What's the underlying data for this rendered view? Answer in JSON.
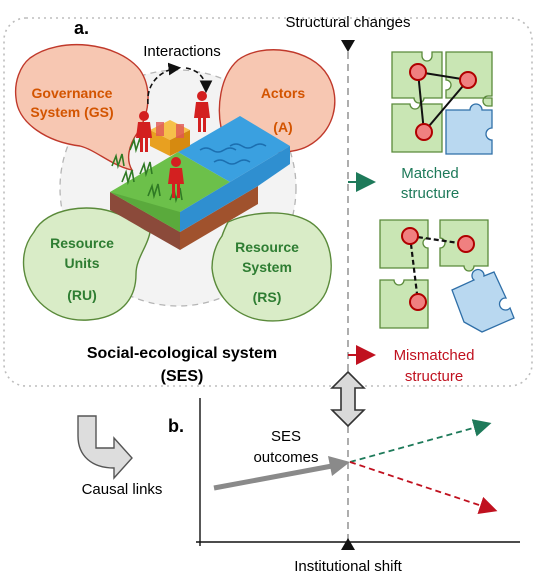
{
  "panel_a": {
    "label": "a.",
    "interactions": "Interactions",
    "governance": {
      "line1": "Governance",
      "line2": "System (GS)"
    },
    "actors": {
      "line1": "Actors",
      "line2": "(A)"
    },
    "resource_units": {
      "line1": "Resource",
      "line2": "Units",
      "line3": "(RU)"
    },
    "resource_system": {
      "line1": "Resource",
      "line2": "System",
      "line3": "(RS)"
    },
    "ses_title": "Social-ecological system",
    "ses_abbrev": "(SES)",
    "structural_changes": "Structural changes",
    "matched": {
      "line1": "Matched",
      "line2": "structure"
    },
    "mismatched": {
      "line1": "Mismatched",
      "line2": "structure"
    }
  },
  "panel_b": {
    "label": "b.",
    "causal_links": "Causal links",
    "ses_outcomes": {
      "line1": "SES",
      "line2": "outcomes"
    },
    "institutional_shift": "Institutional shift"
  },
  "colors": {
    "governance_fill": "#f7c7b2",
    "governance_stroke": "#c0392b",
    "governance_text": "#d35400",
    "resource_fill": "#d9ecc7",
    "resource_stroke": "#5a8a3a",
    "resource_text": "#2e7d32",
    "matched_green": "#1e7a5a",
    "mismatched_red": "#c0111f",
    "puzzle_green": "#c9e6b4",
    "puzzle_blue": "#b9d8f0",
    "node_fill": "#f08080",
    "node_stroke": "#b00000"
  },
  "icons": [
    "bidirectional-arrow-icon",
    "causal-arrow-icon",
    "triangle-marker-icon",
    "puzzle-piece-icon",
    "person-icon",
    "ses-landscape-icon"
  ]
}
